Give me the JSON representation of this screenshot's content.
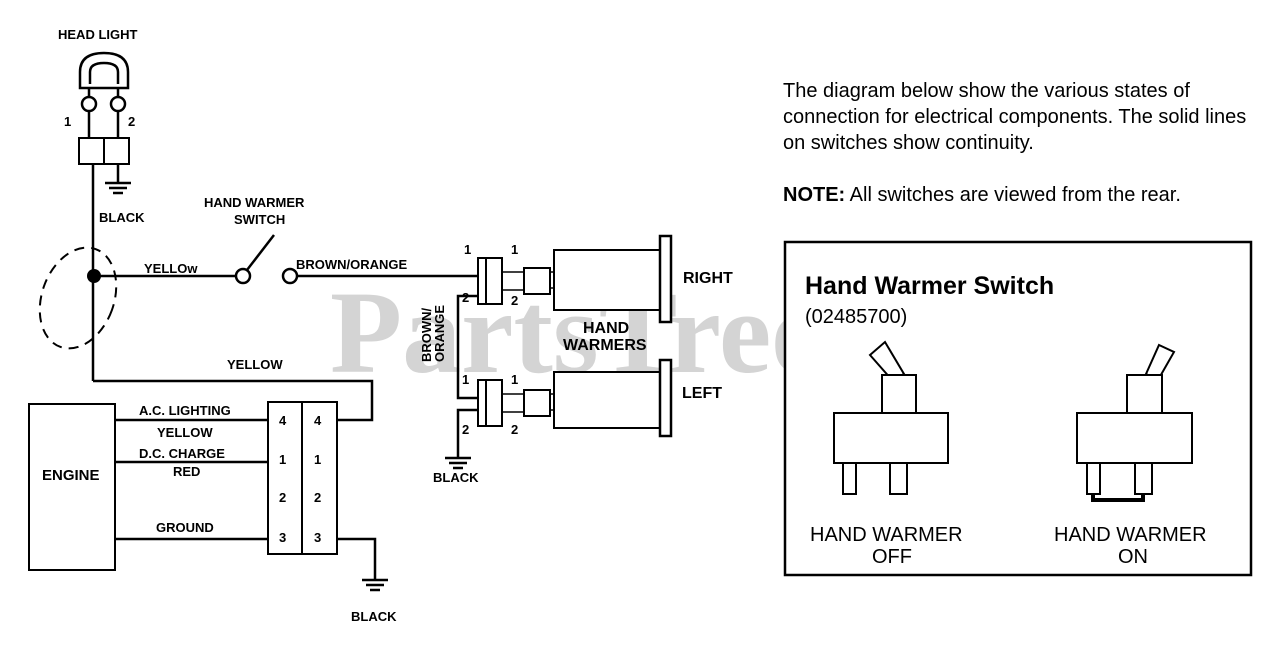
{
  "watermark": "PartsTree",
  "labels": {
    "head_light": "HEAD LIGHT",
    "hl_pin1": "1",
    "hl_pin2": "2",
    "black_top": "BLACK",
    "hw_switch_line1": "HAND WARMER",
    "hw_switch_line2": "SWITCH",
    "yellow_top": "YELLOw",
    "brown_orange": "BROWN/ORANGE",
    "yellow_mid": "YELLOW",
    "brown_vert_1": "BROWN/",
    "brown_vert_2": "ORANGE",
    "right": "RIGHT",
    "left": "LEFT",
    "hand_warmers_1": "HAND",
    "hand_warmers_2": "WARMERS",
    "black_right": "BLACK",
    "engine": "ENGINE",
    "ac_lighting": "A.C. LIGHTING",
    "yellow_engine": "YELLOW",
    "dc_charge": "D.C. CHARGE",
    "red": "RED",
    "ground": "GROUND",
    "black_bottom": "BLACK"
  },
  "connector_pins": [
    "4",
    "1",
    "2",
    "3"
  ],
  "warmer_pins": {
    "a": "1",
    "b": "2"
  },
  "notes": {
    "intro": "The diagram below show the various states of connection for electrical components. The solid lines on switches show continuity.",
    "note_label": "NOTE:",
    "note_text": "All switches are viewed from the rear."
  },
  "legend": {
    "title": "Hand Warmer Switch",
    "part_number": "(02485700)",
    "off_line1": "HAND WARMER",
    "off_line2": "OFF",
    "on_line1": "HAND WARMER",
    "on_line2": "ON"
  },
  "colors": {
    "line": "#000000",
    "watermark": "#d4d4d4"
  }
}
